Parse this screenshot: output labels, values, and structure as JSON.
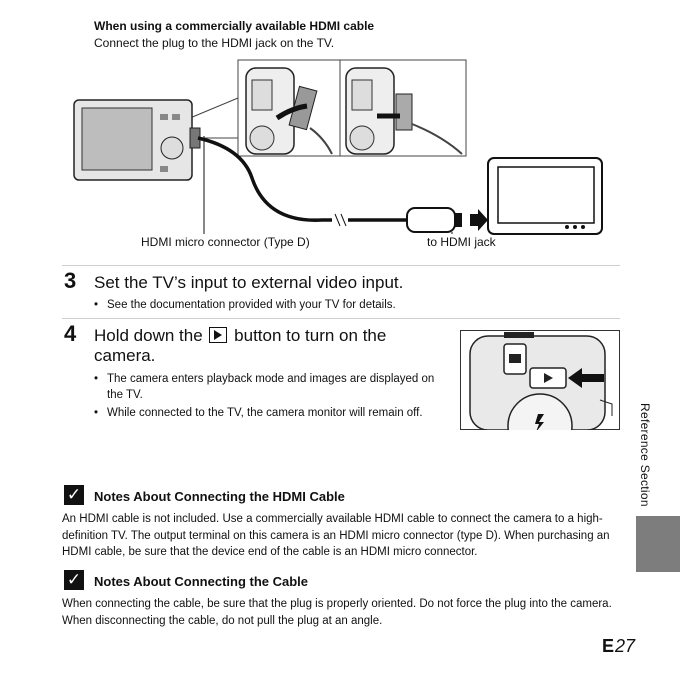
{
  "intro": {
    "title": "When using a commercially available HDMI cable",
    "text": "Connect the plug to the HDMI jack on the TV."
  },
  "diagram": {
    "left_caption": "HDMI micro connector (Type D)",
    "right_caption": "to HDMI jack"
  },
  "step3": {
    "number": "3",
    "title": "Set the TV’s input to external video input.",
    "bullets": [
      "See the documentation provided with your TV for details."
    ]
  },
  "step4": {
    "number": "4",
    "title_before": "Hold down the",
    "title_after": "button to turn on the camera.",
    "bullets": [
      "The camera enters playback mode and images are displayed on the TV.",
      "While connected to the TV, the camera monitor will remain off."
    ]
  },
  "notes": [
    {
      "title": "Notes About Connecting the HDMI Cable",
      "body": "An HDMI cable is not included. Use a commercially available HDMI cable to connect the camera to a high-definition TV. The output terminal on this camera is an HDMI micro connector (type D). When purchasing an HDMI cable, be sure that the device end of the cable is an HDMI micro connector."
    },
    {
      "title": "Notes About Connecting the Cable",
      "body": "When connecting the cable, be sure that the plug is properly oriented. Do not force the plug into the camera. When disconnecting the cable, do not pull the plug at an angle."
    }
  ],
  "side": {
    "label": "Reference Section"
  },
  "page": {
    "prefix": "E",
    "number": "27"
  },
  "icons": {
    "check": "checkmark-icon",
    "playback": "playback-button-icon"
  }
}
